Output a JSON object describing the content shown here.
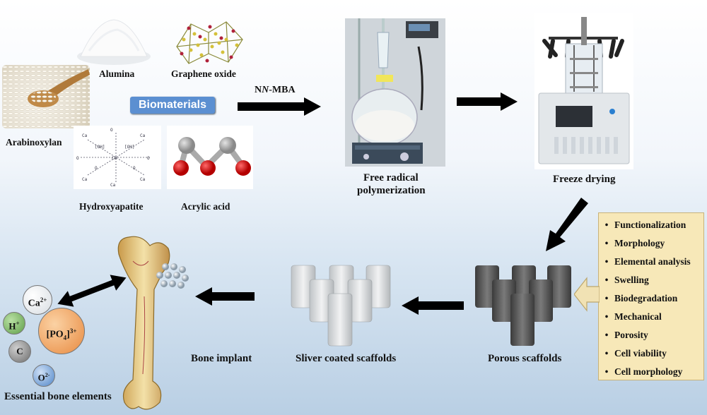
{
  "labels": {
    "arabinoxylan": "Arabinoxylan",
    "alumina": "Alumina",
    "graphene_oxide": "Graphene oxide",
    "biomaterials": "Biomaterials",
    "hydroxyapatite": "Hydroxyapatite",
    "acrylic_acid": "Acrylic acid",
    "crosslinker_prefix": "N",
    "crosslinker_italic": "N",
    "crosslinker_suffix": "-MBA",
    "polymerization_line1": "Free radical",
    "polymerization_line2": "polymerization",
    "freeze_drying": "Freeze drying",
    "porous_scaffolds": "Porous scaffolds",
    "silver_scaffolds": "Sliver coated scaffolds",
    "bone_implant": "Bone implant",
    "essential_elements": "Essential bone elements"
  },
  "characterization": [
    "Functionalization",
    "Morphology",
    "Elemental analysis",
    "Swelling",
    "Biodegradation",
    "Mechanical",
    "Porosity",
    "Cell viability",
    "Cell morphology"
  ],
  "ions": {
    "ca": {
      "base": "Ca",
      "sup": "2+"
    },
    "h": {
      "base": "H",
      "sup": "+"
    },
    "po4": {
      "base": "[PO",
      "sub": "4",
      "close": "]",
      "sup": "3+"
    },
    "c": {
      "base": "C"
    },
    "o": {
      "base": "O",
      "sup": "2-"
    }
  },
  "colors": {
    "biomaterials_badge": "#5b8fd1",
    "char_box": "#f7e8b8",
    "arrow": "#000000",
    "ion_ca": "#ffffff",
    "ion_h": "#6fae58",
    "ion_po4": "#f0a060",
    "ion_c": "#7a7a7a",
    "ion_o": "#5a8fd0"
  },
  "icons": {
    "bullet": "•"
  }
}
